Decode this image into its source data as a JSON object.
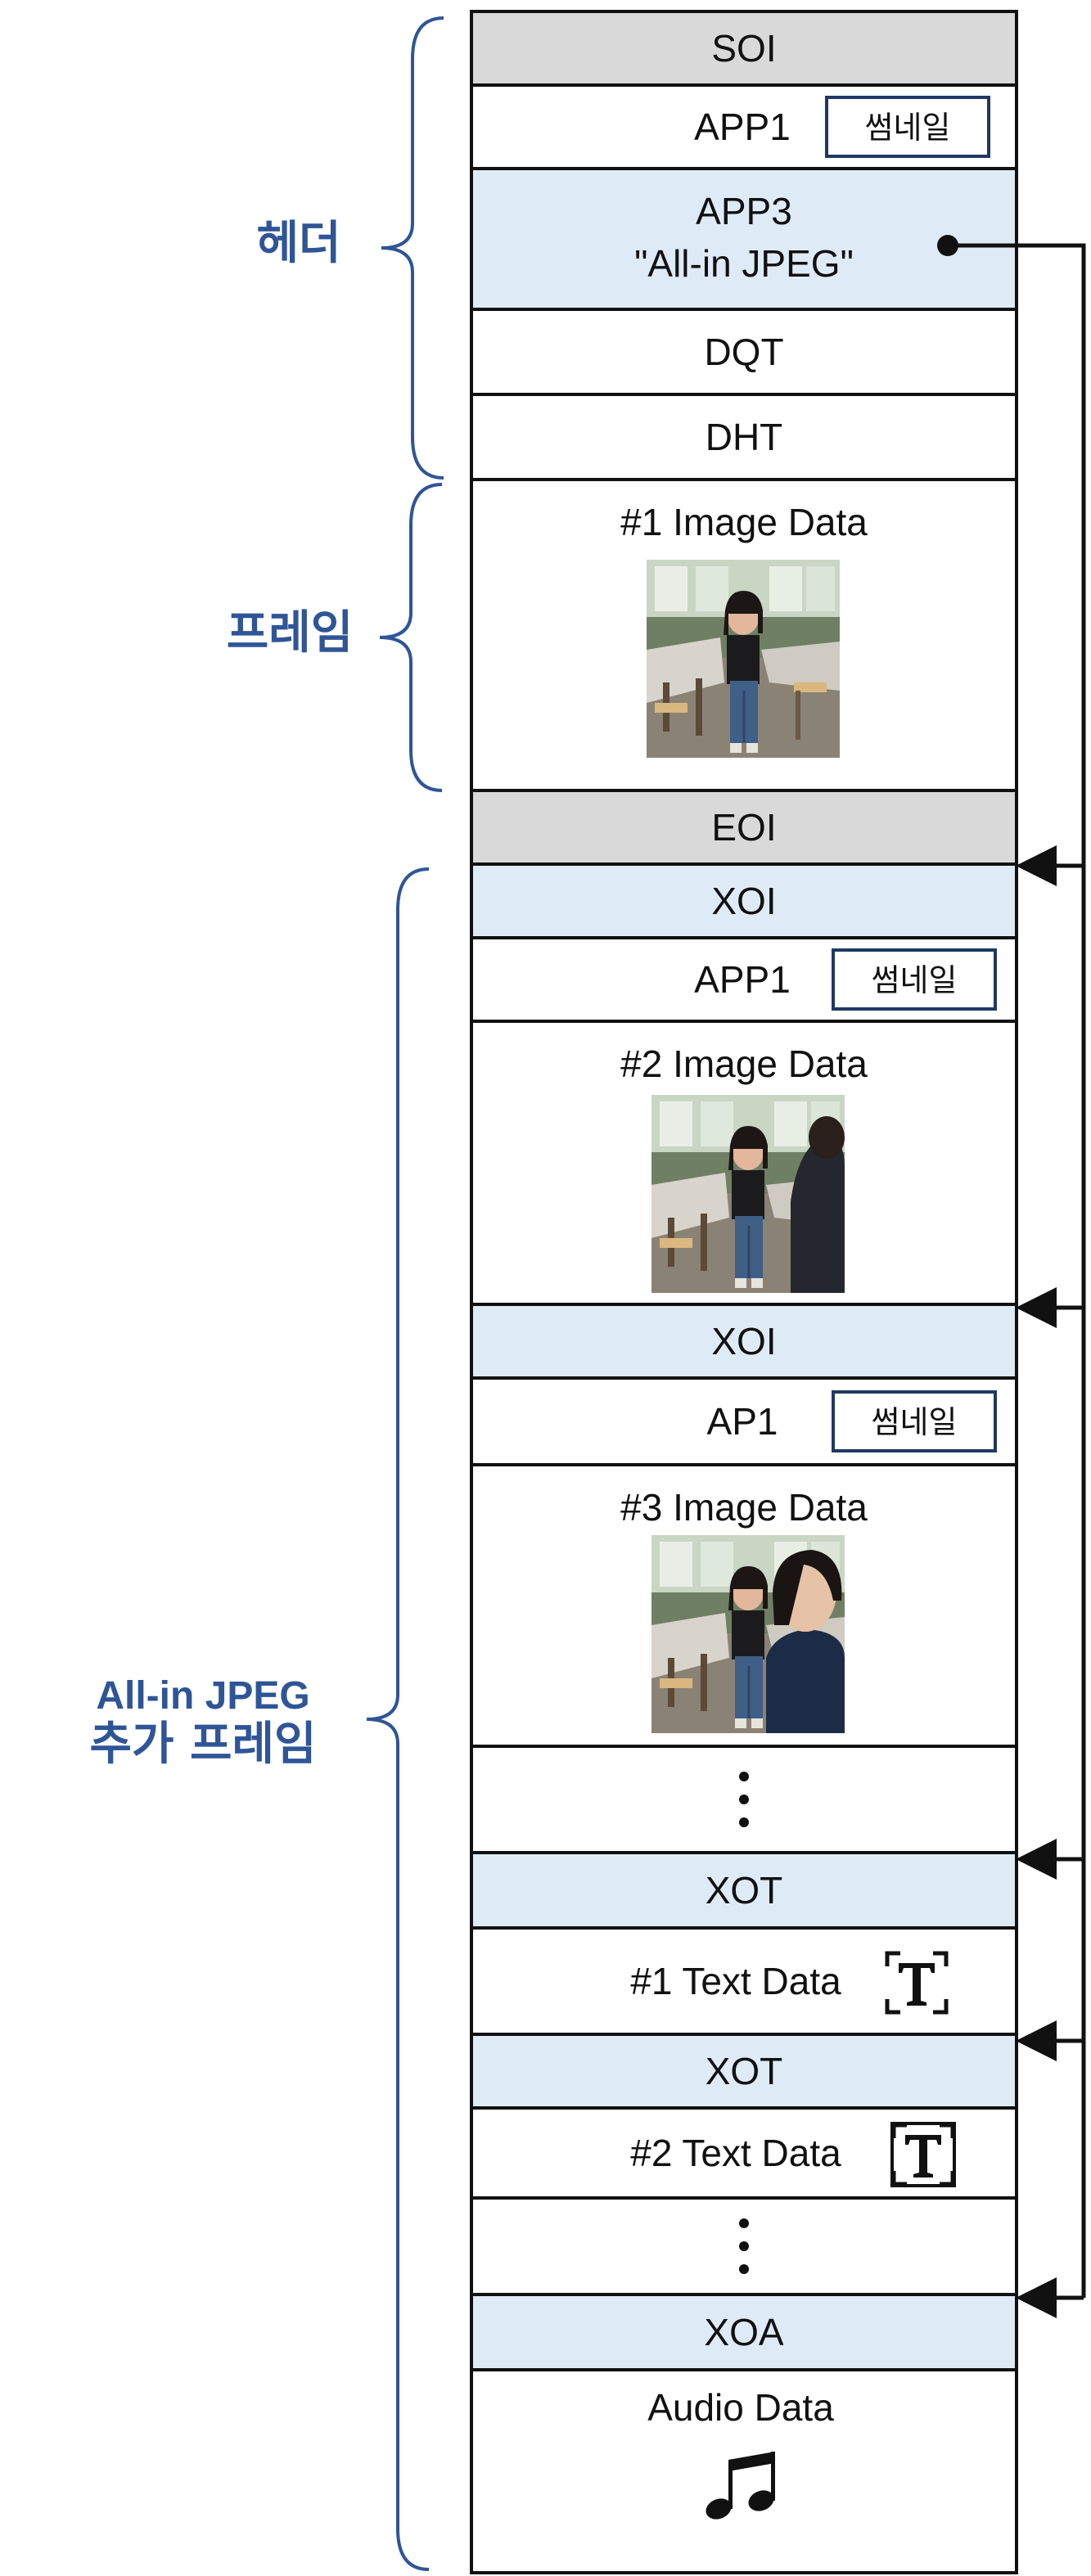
{
  "colors": {
    "marker_fill": "#d9d9d9",
    "allin_fill": "#deebf7",
    "plain_fill": "#ffffff",
    "border": "#111111",
    "group_label": "#2f5597",
    "brace": "#2f5597",
    "arrow": "#111111"
  },
  "groups": {
    "header": "헤더",
    "frame": "프레임",
    "additional_line1": "All-in JPEG",
    "additional_line2": "추가 프레임"
  },
  "segments": [
    {
      "id": "soi",
      "label": "SOI",
      "kind": "marker"
    },
    {
      "id": "app1-a",
      "label": "APP1",
      "kind": "plain",
      "thumbnail": "썸네일"
    },
    {
      "id": "app3",
      "label": "APP3",
      "sublabel": "\"All-in JPEG\"",
      "kind": "allin"
    },
    {
      "id": "dqt",
      "label": "DQT",
      "kind": "plain"
    },
    {
      "id": "dht",
      "label": "DHT",
      "kind": "plain"
    },
    {
      "id": "image1",
      "label": "#1 Image Data",
      "kind": "plain",
      "image": "photo-1"
    },
    {
      "id": "eoi",
      "label": "EOI",
      "kind": "marker"
    },
    {
      "id": "xoi-1",
      "label": "XOI",
      "kind": "allin"
    },
    {
      "id": "app1-b",
      "label": "APP1",
      "kind": "plain",
      "thumbnail": "썸네일"
    },
    {
      "id": "image2",
      "label": "#2 Image Data",
      "kind": "plain",
      "image": "photo-2"
    },
    {
      "id": "xoi-2",
      "label": "XOI",
      "kind": "allin"
    },
    {
      "id": "ap1",
      "label": "AP1",
      "kind": "plain",
      "thumbnail": "썸네일"
    },
    {
      "id": "image3",
      "label": "#3 Image Data",
      "kind": "plain",
      "image": "photo-3"
    },
    {
      "id": "ellipsis-1",
      "kind": "ellipsis"
    },
    {
      "id": "xot-1",
      "label": "XOT",
      "kind": "allin"
    },
    {
      "id": "text1",
      "label": "#1 Text Data",
      "kind": "plain",
      "icon": "text-icon"
    },
    {
      "id": "xot-2",
      "label": "XOT",
      "kind": "allin"
    },
    {
      "id": "text2",
      "label": "#2 Text Data",
      "kind": "plain",
      "icon": "text-box-icon"
    },
    {
      "id": "ellipsis-2",
      "kind": "ellipsis"
    },
    {
      "id": "xoa",
      "label": "XOA",
      "kind": "allin"
    },
    {
      "id": "audio",
      "label": "Audio Data",
      "kind": "plain",
      "icon": "music-note-icon"
    }
  ],
  "pointer_targets": [
    "xoi-1",
    "xoi-2",
    "xot-1",
    "xot-2",
    "xoa"
  ]
}
